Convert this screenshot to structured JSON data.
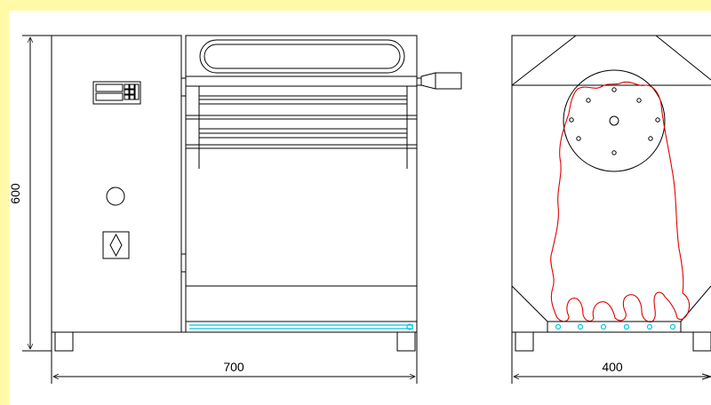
{
  "drawing": {
    "dim_height_label": "600",
    "dim_width_front_label": "700",
    "dim_width_side_label": "400"
  },
  "colors": {
    "frame": "#fff9a8",
    "outline": "#000000",
    "fabric": "#e00000",
    "water": "#00c8e6"
  }
}
